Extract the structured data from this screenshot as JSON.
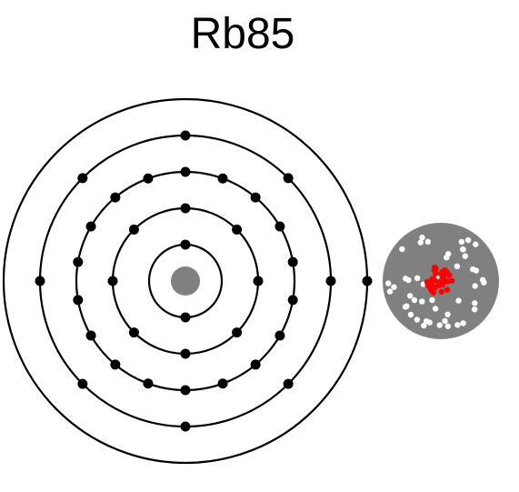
{
  "title": "Rb85",
  "element": {
    "shells": [
      2,
      8,
      18,
      8,
      1
    ],
    "protons": 37,
    "neutrons": 48
  },
  "colors": {
    "background": "#ffffff",
    "orbit": "#000000",
    "electron": "#000000",
    "core": "#808080",
    "nucleus_disc": "#808080",
    "proton": "#ff0000",
    "neutron": "#ffffff"
  }
}
